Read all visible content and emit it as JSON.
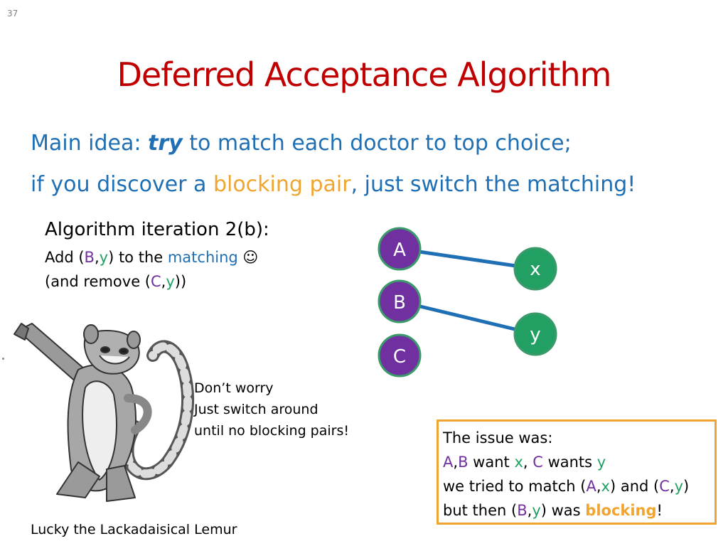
{
  "slide_number": "37",
  "title": "Deferred Acceptance Algorithm",
  "idea": {
    "line1_prefix": "Main idea: ",
    "line1_try": "try",
    "line1_rest": " to match each doctor to top choice;",
    "line2_prefix": "if you discover a ",
    "line2_blocking": "blocking pair",
    "line2_rest": ", just switch the matching!"
  },
  "iteration": {
    "heading": "Algorithm iteration 2(b):",
    "add_prefix": "Add (",
    "add_b": "B",
    "comma": ",",
    "add_y": "y",
    "add_mid": ") to the ",
    "add_matching": "matching",
    "smiley": "☺",
    "remove_prefix": "(and remove (",
    "remove_c": "C",
    "remove_y": "y",
    "remove_suffix": "))"
  },
  "graph": {
    "nodes": [
      {
        "label": "A",
        "side": "doctor",
        "color": "#7030a0"
      },
      {
        "label": "B",
        "side": "doctor",
        "color": "#7030a0"
      },
      {
        "label": "C",
        "side": "doctor",
        "color": "#7030a0"
      },
      {
        "label": "x",
        "side": "hospital",
        "color": "#22a064"
      },
      {
        "label": "y",
        "side": "hospital",
        "color": "#22a064"
      }
    ],
    "edges": [
      {
        "from": "A",
        "to": "x"
      },
      {
        "from": "B",
        "to": "y"
      }
    ],
    "edge_color": "#1f6fb4",
    "node_border_color": "#3a9a6a"
  },
  "lemur_speech": [
    "Don’t worry",
    "Just switch around",
    "until no blocking pairs!"
  ],
  "caption": "Lucky the Lackadaisical Lemur",
  "issue": {
    "line1": "The issue was:",
    "l2_a": "A",
    "l2_comma": ",",
    "l2_b": "B",
    "l2_want": " want ",
    "l2_x": "x",
    "l2_sep": ", ",
    "l2_c": "C",
    "l2_wants": " wants ",
    "l2_y": "y",
    "l3_prefix": "we tried to match (",
    "l3_a": "A",
    "l3_comma": ",",
    "l3_x": "x",
    "l3_and": ") and (",
    "l3_c": "C",
    "l3_y": "y",
    "l3_end": ")",
    "l4_prefix": "but then (",
    "l4_b": "B",
    "l4_y": "y",
    "l4_was": ") was ",
    "l4_blocking": "blocking",
    "l4_end": "!"
  }
}
